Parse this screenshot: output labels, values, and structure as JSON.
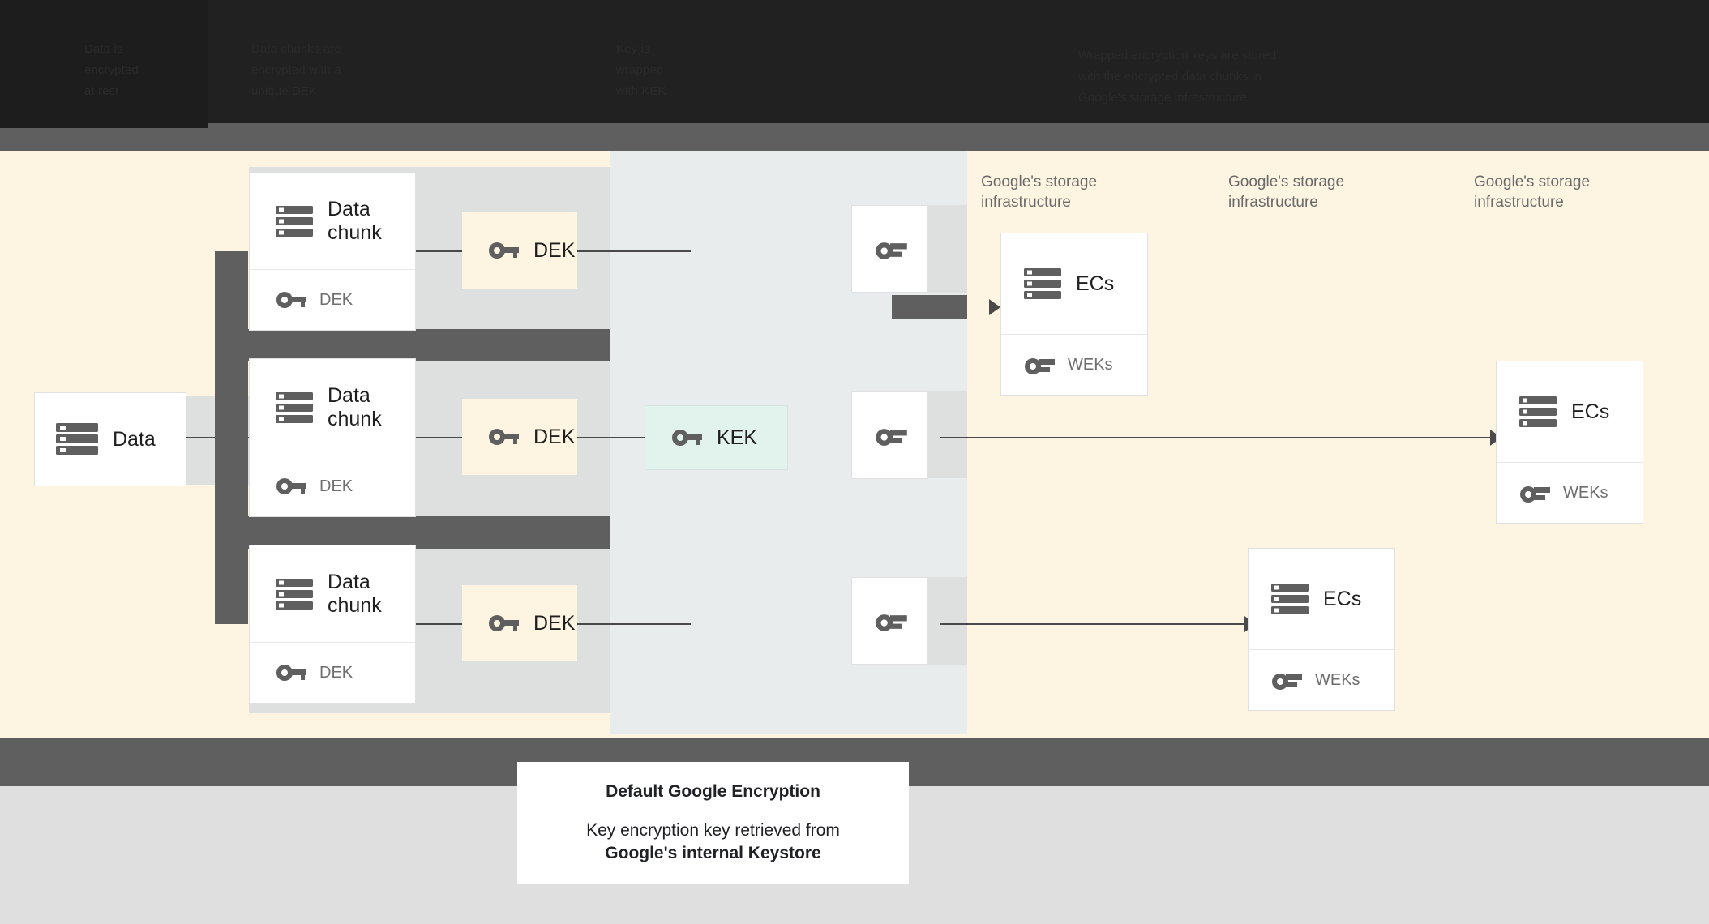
{
  "header": {
    "line1": "Data is",
    "line2": "encrypted",
    "line3": "at rest",
    "line4": "Data chunks are",
    "line5": "encrypted with a",
    "line6": "unique DEK",
    "line7": "Key is",
    "line8": "wrapped",
    "line9": "with KEK",
    "line10": "Wrapped encryption keys are stored",
    "line11": "with the encrypted data chunks in",
    "line12": "Google's storage infrastructure"
  },
  "diagram": {
    "data_box": {
      "label": "Data",
      "icon": "server-icon"
    },
    "chunks": [
      {
        "title": "Data\nchunk",
        "key_label": "DEK",
        "icon": "server-icon",
        "key_icon": "key-icon"
      },
      {
        "title": "Data\nchunk",
        "key_label": "DEK",
        "icon": "server-icon",
        "key_icon": "key-icon"
      },
      {
        "title": "Data\nchunk",
        "key_label": "DEK",
        "icon": "server-icon",
        "key_icon": "key-icon"
      }
    ],
    "deks": [
      {
        "label": "DEK",
        "icon": "key-icon"
      },
      {
        "label": "DEK",
        "icon": "key-icon"
      },
      {
        "label": "DEK",
        "icon": "key-icon"
      }
    ],
    "kek": {
      "label": "KEK",
      "icon": "key-icon"
    },
    "wrapped_keys": [
      {
        "icon": "key-icon"
      },
      {
        "icon": "key-icon"
      },
      {
        "icon": "key-icon"
      }
    ],
    "storage_labels": [
      "Google's storage\ninfrastructure",
      "Google's storage\ninfrastructure",
      "Google's storage\ninfrastructure"
    ],
    "ec_boxes": [
      {
        "title": "ECs",
        "key_label": "WEKs",
        "icon": "server-icon",
        "key_icon": "key-icon"
      },
      {
        "title": "ECs",
        "key_label": "WEKs",
        "icon": "server-icon",
        "key_icon": "key-icon"
      },
      {
        "title": "ECs",
        "key_label": "WEKs",
        "icon": "server-icon",
        "key_icon": "key-icon"
      }
    ]
  },
  "caption": {
    "title": "Default Google Encryption",
    "line1": "Key encryption key retrieved from",
    "line2": "Google's internal Keystore"
  },
  "colors": {
    "cream": "#fdf5e1",
    "keystore_panel": "#e8ecec",
    "kek_green": "#e2f2ec",
    "dark_bar": "#5f5f5f",
    "strip_gray": "#dedfdf",
    "footer_gray": "#dfdfdf",
    "icon_gray": "#5f5f5f",
    "text_dark": "#1f1f1f",
    "text_muted": "#6e6e6e"
  }
}
